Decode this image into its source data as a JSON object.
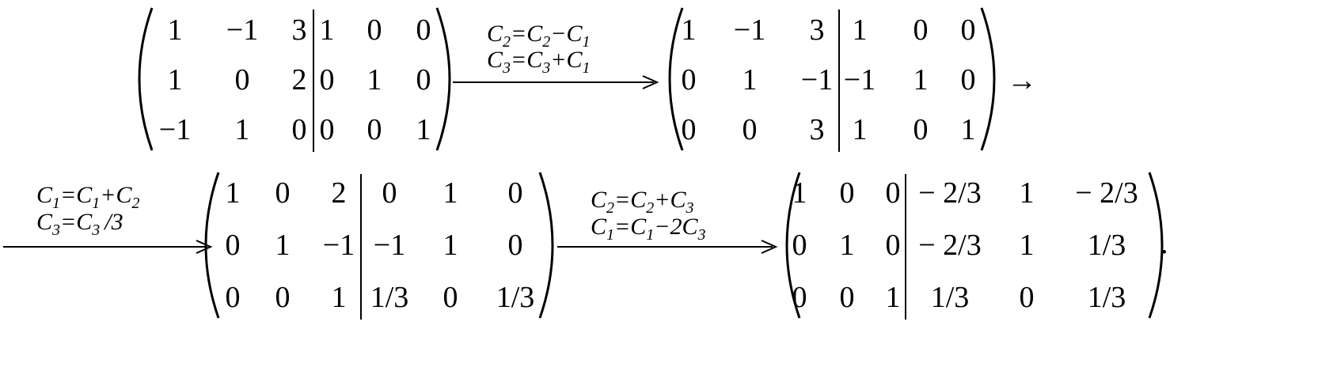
{
  "matrices": [
    {
      "rows": [
        [
          "1",
          "−1",
          "3",
          "1",
          "0",
          "0"
        ],
        [
          "1",
          "0",
          "2",
          "0",
          "1",
          "0"
        ],
        [
          "−1",
          "1",
          "0",
          "0",
          "0",
          "1"
        ]
      ]
    },
    {
      "rows": [
        [
          "1",
          "−1",
          "3",
          "1",
          "0",
          "0"
        ],
        [
          "0",
          "1",
          "−1",
          "−1",
          "1",
          "0"
        ],
        [
          "0",
          "0",
          "3",
          "1",
          "0",
          "1"
        ]
      ]
    },
    {
      "rows": [
        [
          "1",
          "0",
          "2",
          "0",
          "1",
          "0"
        ],
        [
          "0",
          "1",
          "−1",
          "−1",
          "1",
          "0"
        ],
        [
          "0",
          "0",
          "1",
          "1/3",
          "0",
          "1/3"
        ]
      ]
    },
    {
      "rows": [
        [
          "1",
          "0",
          "0",
          "− 2/3",
          "1",
          "− 2/3"
        ],
        [
          "0",
          "1",
          "0",
          "− 2/3",
          "1",
          "1/3"
        ],
        [
          "0",
          "0",
          "1",
          "1/3",
          "0",
          "1/3"
        ]
      ]
    }
  ],
  "operations": [
    {
      "line1": {
        "a": "C",
        "a_sub": "2",
        "rel": "=",
        "b": "C",
        "b_sub": "2",
        "op": "−",
        "c": "C",
        "c_sub": "1",
        "tail": ""
      },
      "line2": {
        "a": "C",
        "a_sub": "3",
        "rel": "=",
        "b": "C",
        "b_sub": "3",
        "op": "+",
        "c": "C",
        "c_sub": "1",
        "tail": ""
      }
    },
    {
      "line1": {
        "a": "C",
        "a_sub": "1",
        "rel": "=",
        "b": "C",
        "b_sub": "1",
        "op": "+",
        "c": "C",
        "c_sub": "2",
        "tail": ""
      },
      "line2": {
        "a": "C",
        "a_sub": "3",
        "rel": "=",
        "b": "C",
        "b_sub": "3",
        "op": "/",
        "c": "",
        "c_sub": "",
        "tail": "3"
      }
    },
    {
      "line1": {
        "a": "C",
        "a_sub": "2",
        "rel": "=",
        "b": "C",
        "b_sub": "2",
        "op": "+",
        "c": "C",
        "c_sub": "3",
        "tail": ""
      },
      "line2": {
        "a": "C",
        "a_sub": "1",
        "rel": "=",
        "b": "C",
        "b_sub": "1",
        "op": "−",
        "c": "2C",
        "c_sub": "3",
        "tail": ""
      }
    }
  ],
  "continuation_arrow": "→",
  "final_period": "."
}
